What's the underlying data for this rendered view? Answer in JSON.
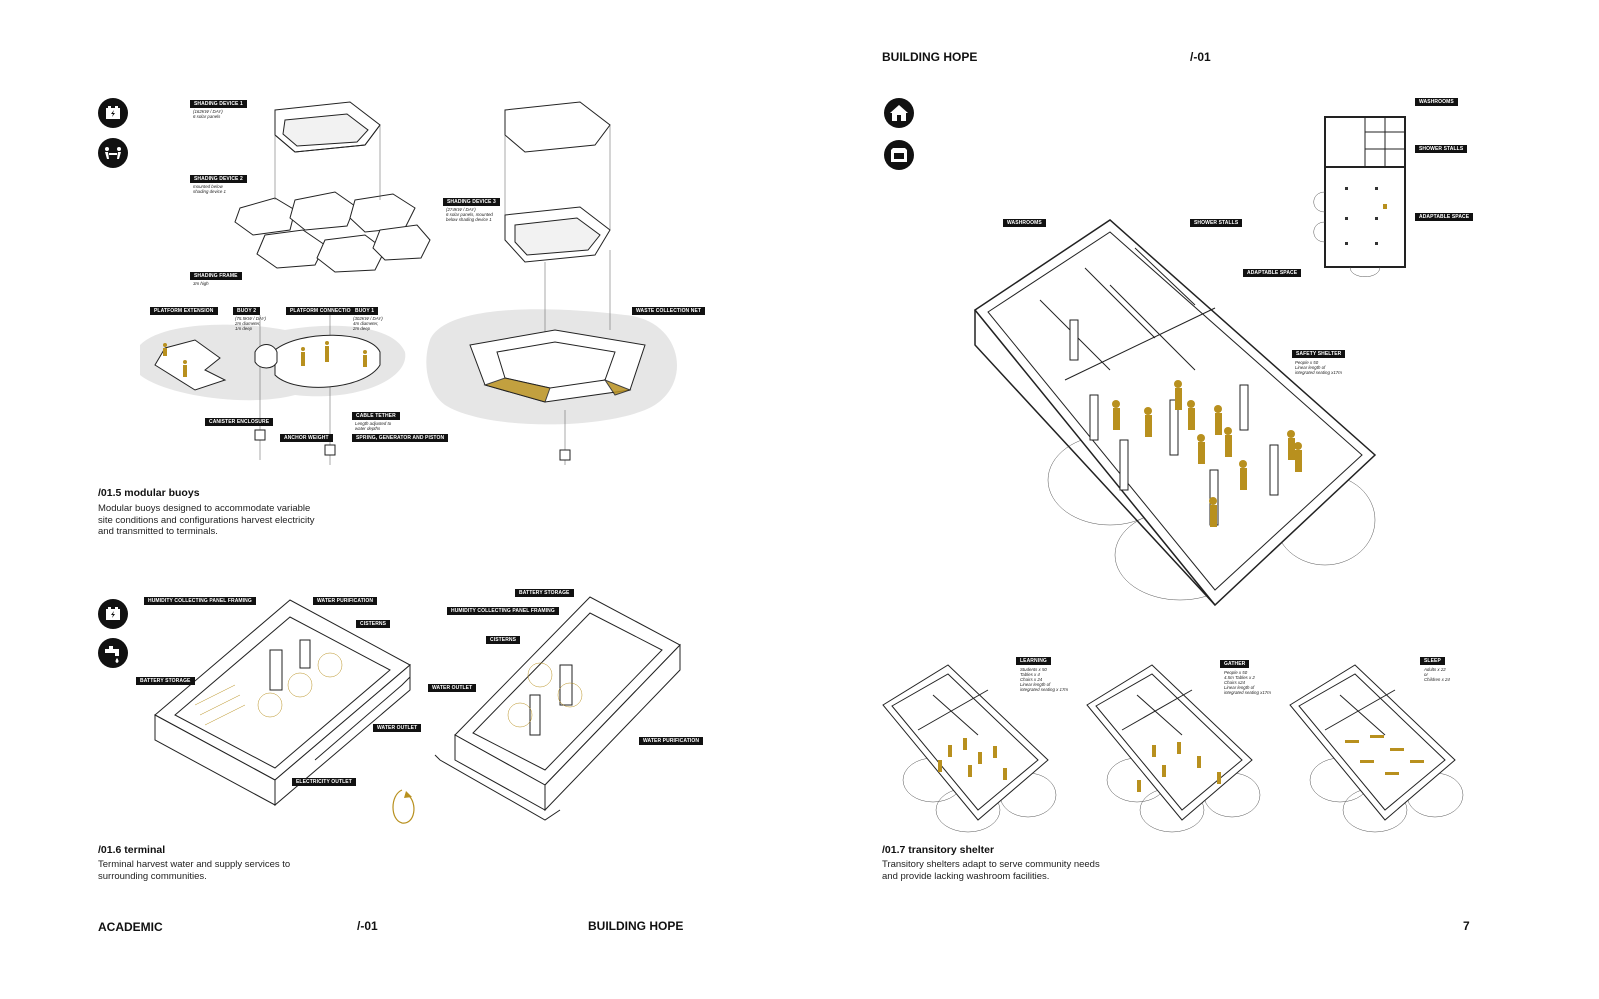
{
  "left_page": {
    "section_buoys": {
      "title": "/01.5 modular buoys",
      "body": "Modular buoys designed to accommodate variable\nsite conditions and configurations harvest electricity\nand transmitted to terminals.",
      "icons": [
        "battery-icon",
        "people-table-icon"
      ],
      "labels": {
        "shading_device_1": "SHADING DEVICE 1",
        "shading_device_1_spec": "(162KW / DAY)",
        "shading_device_1_note": "6 solar panels",
        "shading_device_2": "SHADING DEVICE 2",
        "shading_device_2_note": "mounted below\nshading device 1",
        "shading_device_3": "SHADING DEVICE 3",
        "shading_device_3_spec": "(274KW / DAY)",
        "shading_device_3_note": "6 solar panels, mounted\nbelow shading device 1",
        "shading_frame": "SHADING FRAME",
        "shading_frame_note": "3m high",
        "platform_extension": "PLATFORM EXTENSION",
        "buoy_2": "BUOY 2",
        "buoy_2_spec": "(75.5KW / DAY)",
        "buoy_2_note": "2m diameter,\n1m deep",
        "platform_connection": "PLATFORM CONNECTION",
        "buoy_1": "BUOY 1",
        "buoy_1_spec": "(302KW / DAY)",
        "buoy_1_note": "4m diameter,\n2m deep",
        "waste_collection_net": "WASTE COLLECTION NET",
        "canister_enclosure": "CANISTER ENCLOSURE",
        "cable_tether": "CABLE TETHER",
        "cable_tether_note": "Length adjusted to\nwater depths",
        "anchor_weight": "ANCHOR WEIGHT",
        "spring_generator": "SPRING, GENERATOR AND PISTON"
      }
    },
    "section_terminal": {
      "title": "/01.6 terminal",
      "body": "Terminal harvest water and supply services to\nsurrounding communities.",
      "icons": [
        "battery-icon",
        "water-tap-icon"
      ],
      "labels": {
        "humidity_panel_a": "HUMIDITY COLLECTING PANEL FRAMING",
        "water_purification_a": "WATER PURIFICATION",
        "cisterns_a": "CISTERNS",
        "battery_storage_a": "BATTERY STORAGE",
        "water_outlet_a": "WATER OUTLET",
        "electricity_outlet": "ELECTRICITY OUTLET",
        "battery_storage_b": "BATTERY STORAGE",
        "humidity_panel_b": "HUMIDITY COLLECTING PANEL FRAMING",
        "cisterns_b": "CISTERNS",
        "water_outlet_b": "WATER OUTLET",
        "water_purification_b": "WATER PURIFICATION"
      }
    },
    "footer": {
      "left": "ACADEMIC",
      "mid": "/-01",
      "right": "BUILDING HOPE"
    }
  },
  "right_page": {
    "header": {
      "title": "BUILDING HOPE",
      "number": "/-01"
    },
    "icons": [
      "house-icon",
      "shelter-icon"
    ],
    "plan_labels": {
      "washrooms": "WASHROOMS",
      "shower_stalls": "SHOWER STALLS",
      "adaptable_space": "ADAPTABLE SPACE"
    },
    "axo_labels": {
      "washrooms": "WASHROOMS",
      "shower_stalls": "SHOWER STALLS",
      "adaptable_space": "ADAPTABLE SPACE",
      "safety_shelter": "SAFETY SHELTER",
      "safety_shelter_note": "People x 50\nLinear length of\nintegrated seating x17m"
    },
    "variants": [
      {
        "label": "LEARNING",
        "note": "Students x 50\nTables x 4\nChairs x 24\nLinear length of\nintegrated seating x 17m"
      },
      {
        "label": "GATHER",
        "note": "People x 50\n4.5m Tables x 2\nChairs x24\nLinear length of\nintegrated seating x17m"
      },
      {
        "label": "SLEEP",
        "note": "Adults x 22\nor\nChildren x 24"
      }
    ],
    "section": {
      "title": "/01.7 transitory shelter",
      "body": "Transitory shelters adapt to serve community needs\nand provide lacking washroom facilities."
    },
    "page_number": "7"
  },
  "colors": {
    "accent": "#b8901e",
    "ink": "#111111",
    "water": "#e6e6e6"
  }
}
